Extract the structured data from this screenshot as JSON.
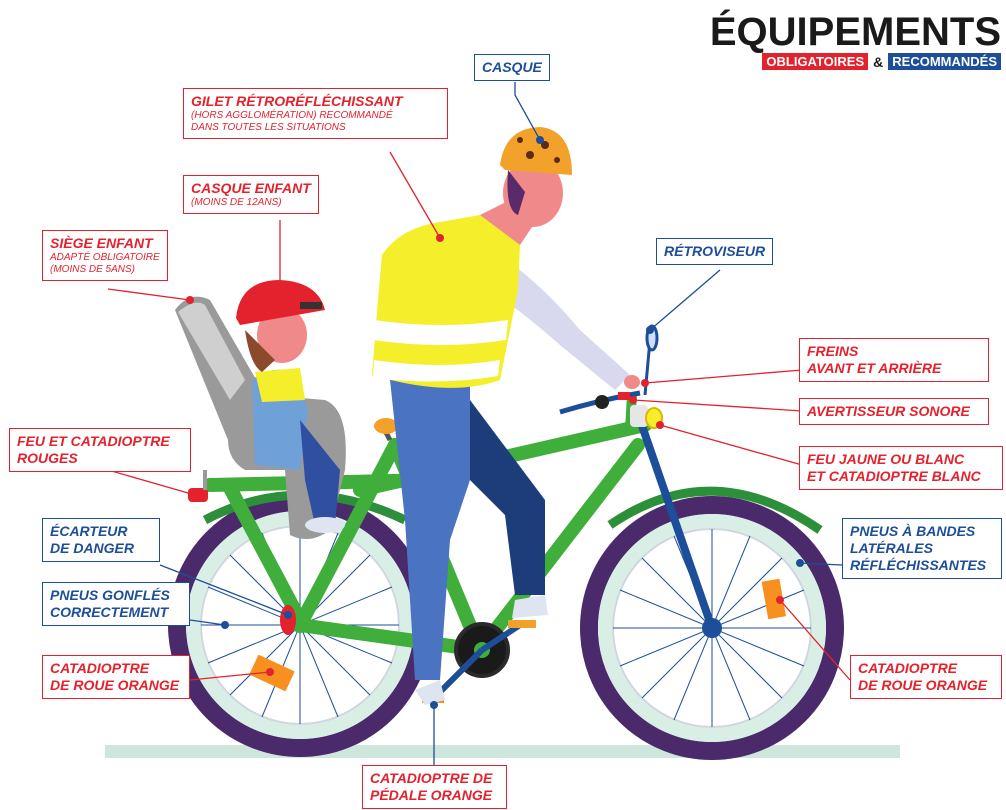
{
  "logo": {
    "title": "ÉQUIPEMENTS",
    "tag_mandatory": "OBLIGATOIRES",
    "amp": "&",
    "tag_recommended": "RECOMMANDÉS"
  },
  "labels": {
    "casque": {
      "title": "CASQUE"
    },
    "gilet": {
      "title": "GILET RÉTRORÉFLÉCHISSANT",
      "sub1": "(HORS AGGLOMÉRATION) RECOMMANDÉ",
      "sub2": "DANS TOUTES LES SITUATIONS"
    },
    "casque_enfant": {
      "title": "CASQUE ENFANT",
      "sub1": "(MOINS DE 12ANS)"
    },
    "siege": {
      "title": "SIÈGE ENFANT",
      "sub1": "ADAPTÉ OBLIGATOIRE",
      "sub2": "(MOINS DE 5ANS)"
    },
    "retroviseur": {
      "title": "RÉTROVISEUR"
    },
    "freins": {
      "line1": "FREINS",
      "line2": "AVANT ET ARRIÈRE"
    },
    "avertisseur": {
      "title": "AVERTISSEUR SONORE"
    },
    "feu_jaune": {
      "line1": "FEU JAUNE OU BLANC",
      "line2": "ET CATADIOPTRE BLANC"
    },
    "feu_rouge": {
      "line1": "FEU ET CATADIOPTRE",
      "line2": "ROUGES"
    },
    "ecarteur": {
      "line1": "ÉCARTEUR",
      "line2": "DE DANGER"
    },
    "pneus_gonfles": {
      "line1": "PNEUS GONFLÉS",
      "line2": "CORRECTEMENT"
    },
    "cata_roue_gauche": {
      "line1": "CATADIOPTRE",
      "line2": "DE ROUE ORANGE"
    },
    "pneus_bandes": {
      "line1": "PNEUS À BANDES",
      "line2": "LATÉRALES",
      "line3": "RÉFLÉCHISSANTES"
    },
    "cata_roue_droite": {
      "line1": "CATADIOPTRE",
      "line2": "DE ROUE ORANGE"
    },
    "cata_pedale": {
      "line1": "CATADIOPTRE DE",
      "line2": "PÉDALE ORANGE"
    }
  },
  "colors": {
    "mandatory": "#e4222d",
    "recommended": "#1d4e9a",
    "frame": "#3fae3a",
    "tire": "#4a2a6b",
    "vest": "#f5ef2b",
    "helmet_adult": "#f2a12a",
    "helmet_child": "#e4222d",
    "reflector": "#f7901e",
    "ground": "#cfe6dc"
  }
}
